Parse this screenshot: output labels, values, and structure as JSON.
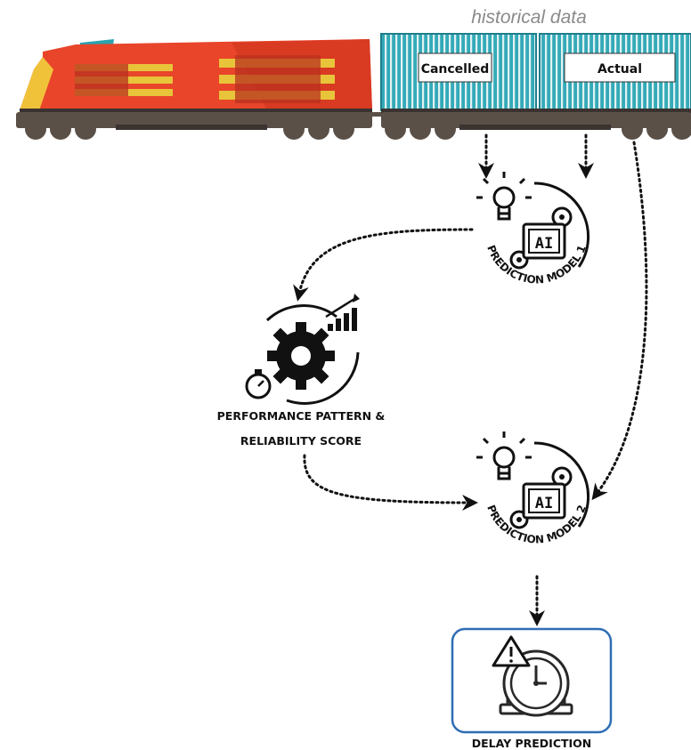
{
  "containers": {
    "header": "historical data",
    "left_label": "Cancelled",
    "right_label": "Actual"
  },
  "model1": {
    "ai_text": "AI",
    "caption": "PREDICTION MODEL 1"
  },
  "model2": {
    "ai_text": "AI",
    "caption": "PREDICTION MODEL 2"
  },
  "performance": {
    "line1": "PERFORMANCE PATTERN &",
    "line2": "RELIABILITY SCORE"
  },
  "output": {
    "caption": "DELAY PREDICTION",
    "highlight_color": "#2e6db4"
  },
  "colors": {
    "locomotive_red": "#e8452a",
    "locomotive_dark_red": "#b8321f",
    "locomotive_yellow": "#e8c43a",
    "locomotive_teal": "#2aa3b0",
    "container_teal": "#35aab8",
    "wheel_gray": "#5a5048"
  }
}
